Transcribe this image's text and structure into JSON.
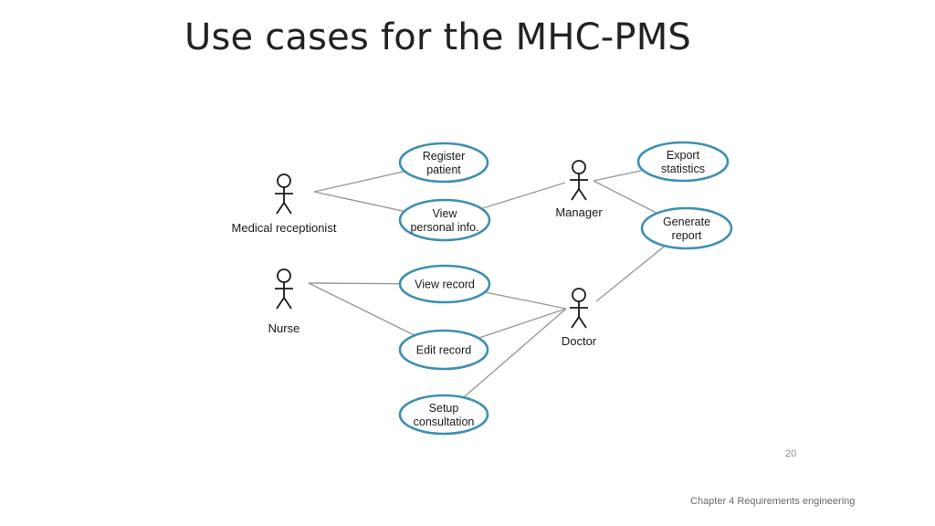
{
  "slide": {
    "title": "Use cases for the MHC-PMS",
    "page_number": "20",
    "footer": "Chapter 4 Requirements engineering"
  },
  "diagram": {
    "actors": [
      {
        "id": "medical-receptionist",
        "label": "Medical receptionist"
      },
      {
        "id": "nurse",
        "label": "Nurse"
      },
      {
        "id": "manager",
        "label": "Manager"
      },
      {
        "id": "doctor",
        "label": "Doctor"
      }
    ],
    "use_cases": [
      {
        "id": "register-patient",
        "lines": [
          "Register",
          "patient"
        ]
      },
      {
        "id": "view-personal-info",
        "lines": [
          "View",
          "personal info."
        ]
      },
      {
        "id": "view-record",
        "lines": [
          "View record"
        ]
      },
      {
        "id": "edit-record",
        "lines": [
          "Edit record"
        ]
      },
      {
        "id": "setup-consultation",
        "lines": [
          "Setup",
          "consultation"
        ]
      },
      {
        "id": "export-statistics",
        "lines": [
          "Export",
          "statistics"
        ]
      },
      {
        "id": "generate-report",
        "lines": [
          "Generate",
          "report"
        ]
      }
    ],
    "associations": [
      [
        "medical-receptionist",
        "register-patient"
      ],
      [
        "medical-receptionist",
        "view-personal-info"
      ],
      [
        "manager",
        "view-personal-info"
      ],
      [
        "manager",
        "export-statistics"
      ],
      [
        "manager",
        "generate-report"
      ],
      [
        "nurse",
        "view-record"
      ],
      [
        "nurse",
        "edit-record"
      ],
      [
        "doctor",
        "view-record"
      ],
      [
        "doctor",
        "edit-record"
      ],
      [
        "doctor",
        "setup-consultation"
      ],
      [
        "doctor",
        "generate-report"
      ]
    ],
    "colors": {
      "use_case_border": "#3f8fb4",
      "association_line": "#9a9a9a",
      "actor": "#1a1a1a"
    }
  }
}
